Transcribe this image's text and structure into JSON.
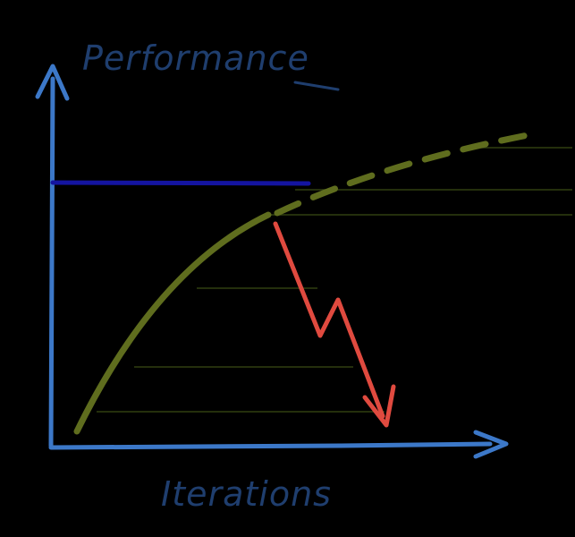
{
  "diagram": {
    "y_axis_label": "Performance",
    "x_axis_label": "Iterations",
    "colors": {
      "background": "#000000",
      "axes": "#3c78c8",
      "label_ink": "#1f3e6e",
      "plateau_line": "#1414a0",
      "growth_curve": "#5f6d1e",
      "decline_arrow": "#e04a3f",
      "guide_lines": "#3a4a14"
    },
    "elements": [
      "y-axis-arrow",
      "x-axis-arrow",
      "plateau-line",
      "growth-curve-solid",
      "growth-curve-dashed",
      "decline-arrow"
    ]
  }
}
